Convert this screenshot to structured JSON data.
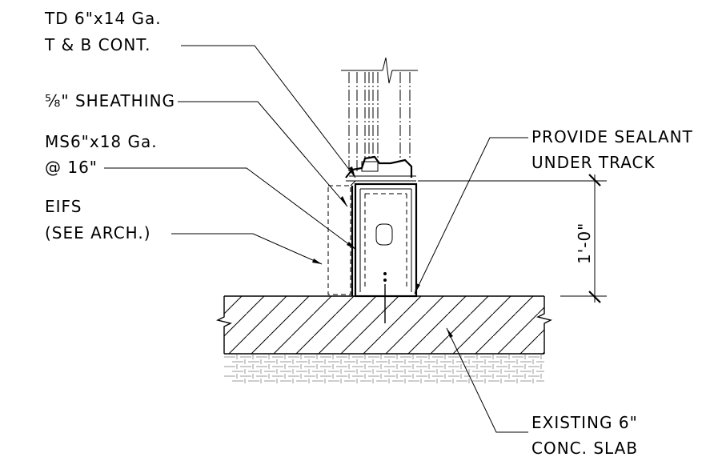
{
  "labels": {
    "td_line1": "TD 6\"x14 Ga.",
    "td_line2": "T & B CONT.",
    "sheathing": "⅝\" SHEATHING",
    "ms_line1": "MS6\"x18 Ga.",
    "ms_line2": "@ 16\"",
    "eifs_line1": "EIFS",
    "eifs_line2": "(SEE ARCH.)",
    "sealant_line1": "PROVIDE SEALANT",
    "sealant_line2": "UNDER TRACK",
    "dimension": "1'-0\"",
    "slab_line1": "EXISTING 6\"",
    "slab_line2": "CONC. SLAB"
  }
}
